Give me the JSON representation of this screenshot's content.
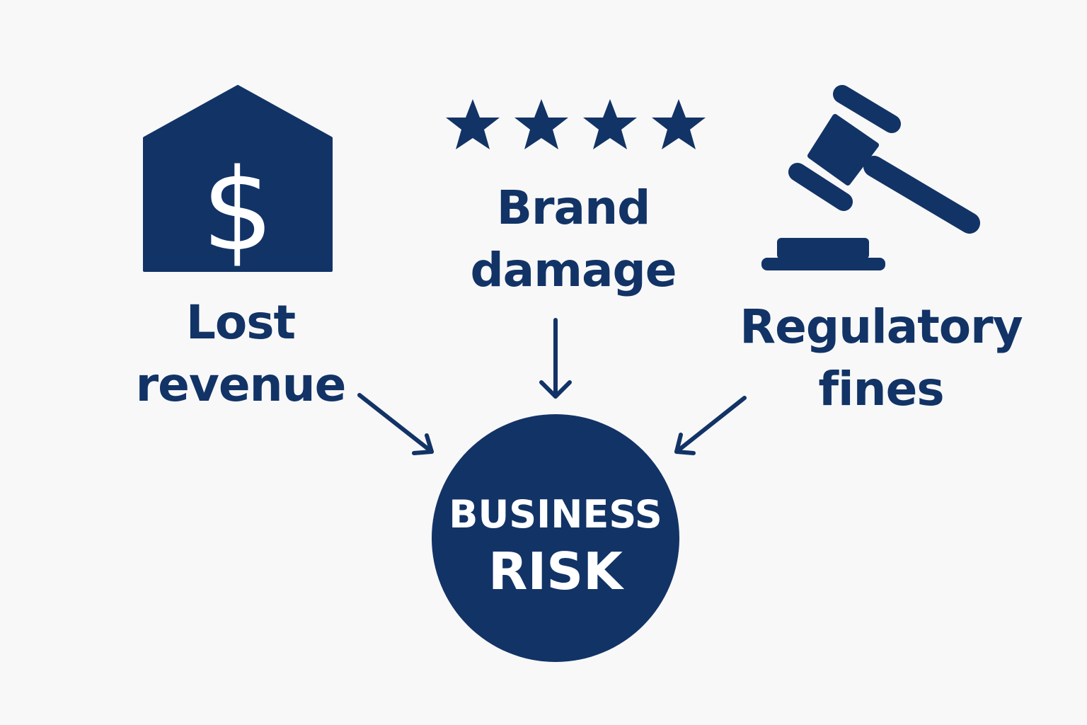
{
  "color": "#123366",
  "nodes": {
    "lost_revenue": {
      "line1": "Lost",
      "line2": "revenue",
      "icon": "house-dollar-icon",
      "symbol": "$"
    },
    "brand_damage": {
      "line1": "Brand",
      "line2": "damage",
      "icon": "four-stars-icon"
    },
    "regulatory_fines": {
      "line1": "Regulatory",
      "line2": "fines",
      "icon": "gavel-icon"
    }
  },
  "center": {
    "line1": "BUSINESS",
    "line2": "RISK"
  }
}
